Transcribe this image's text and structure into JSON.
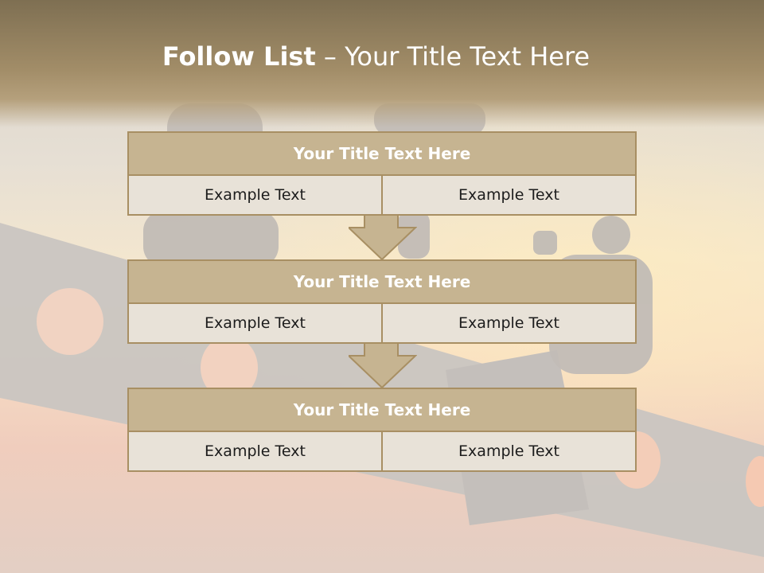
{
  "slide": {
    "title_bold": "Follow List",
    "title_separator": "–",
    "title_rest": "Your Title Text Here"
  },
  "blocks": [
    {
      "title": "Your Title Text Here",
      "cells": [
        "Example Text",
        "Example Text"
      ]
    },
    {
      "title": "Your Title Text Here",
      "cells": [
        "Example Text",
        "Example Text"
      ]
    },
    {
      "title": "Your Title Text Here",
      "cells": [
        "Example Text",
        "Example Text"
      ]
    }
  ],
  "colors": {
    "header_band": "#a28d68",
    "block_title_bg": "#c6b491",
    "cell_bg": "#e8e2d8",
    "border": "#a88f63",
    "arrow": "#c6b491"
  }
}
